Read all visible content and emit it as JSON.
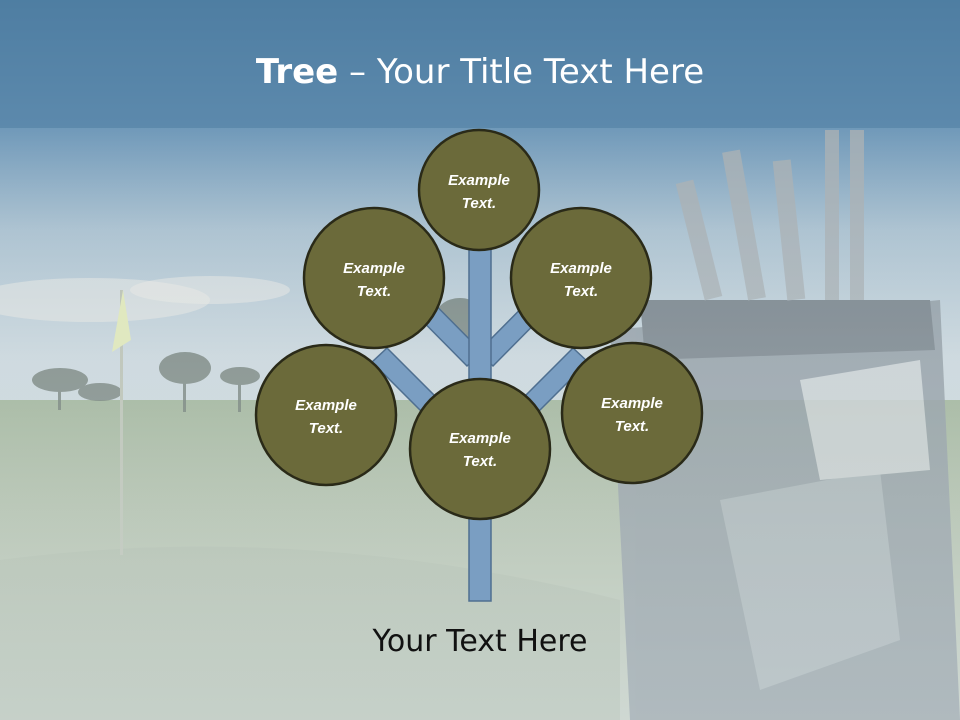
{
  "slide": {
    "title_bold": "Tree",
    "title_dash": " – ",
    "title_rest": "Your Title Text Here",
    "caption": "Your Text Here"
  },
  "nodes": [
    {
      "id": "top",
      "lines": [
        "Example",
        "Text."
      ]
    },
    {
      "id": "upper-left",
      "lines": [
        "Example",
        "Text."
      ]
    },
    {
      "id": "upper-right",
      "lines": [
        "Example",
        "Text."
      ]
    },
    {
      "id": "lower-left",
      "lines": [
        "Example",
        "Text."
      ]
    },
    {
      "id": "center",
      "lines": [
        "Example",
        "Text."
      ]
    },
    {
      "id": "lower-right",
      "lines": [
        "Example",
        "Text."
      ]
    }
  ],
  "colors": {
    "node_fill": "#6b6a3a",
    "node_stroke": "#2a2a18",
    "branch_fill": "#7a9ec2",
    "branch_stroke": "#4f6f90",
    "header_band": "#4f7ea3"
  }
}
